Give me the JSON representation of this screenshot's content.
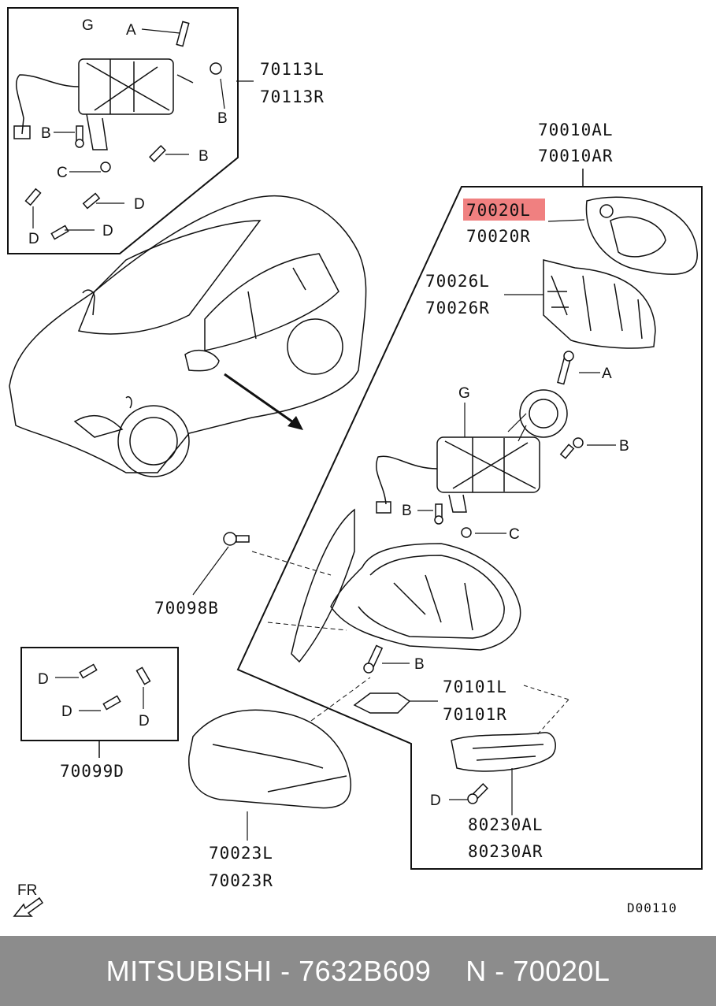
{
  "callouts": {
    "cable_kit": [
      "70113L",
      "70113R"
    ],
    "mirror_assembly": [
      "70010AL",
      "70010AR"
    ],
    "mirror_glass": [
      "70020L",
      "70020R"
    ],
    "mirror_holder": [
      "70026L",
      "70026R"
    ],
    "motor_G": "G",
    "cover": [
      "70023L",
      "70023R"
    ],
    "screw_set": "70099D",
    "bracket": [
      "70101L",
      "70101R"
    ],
    "turn_lamp": [
      "80230AL",
      "80230AR"
    ],
    "bolt": "70098B",
    "diagram_code": "D00110",
    "direction": "FR"
  },
  "fasteners": {
    "A": "A",
    "B": "B",
    "C": "C",
    "D": "D"
  },
  "highlight_color": "#f08080",
  "footer": {
    "brand_part": "MITSUBISHI - 7632B609",
    "ref": "N - 70020L"
  }
}
